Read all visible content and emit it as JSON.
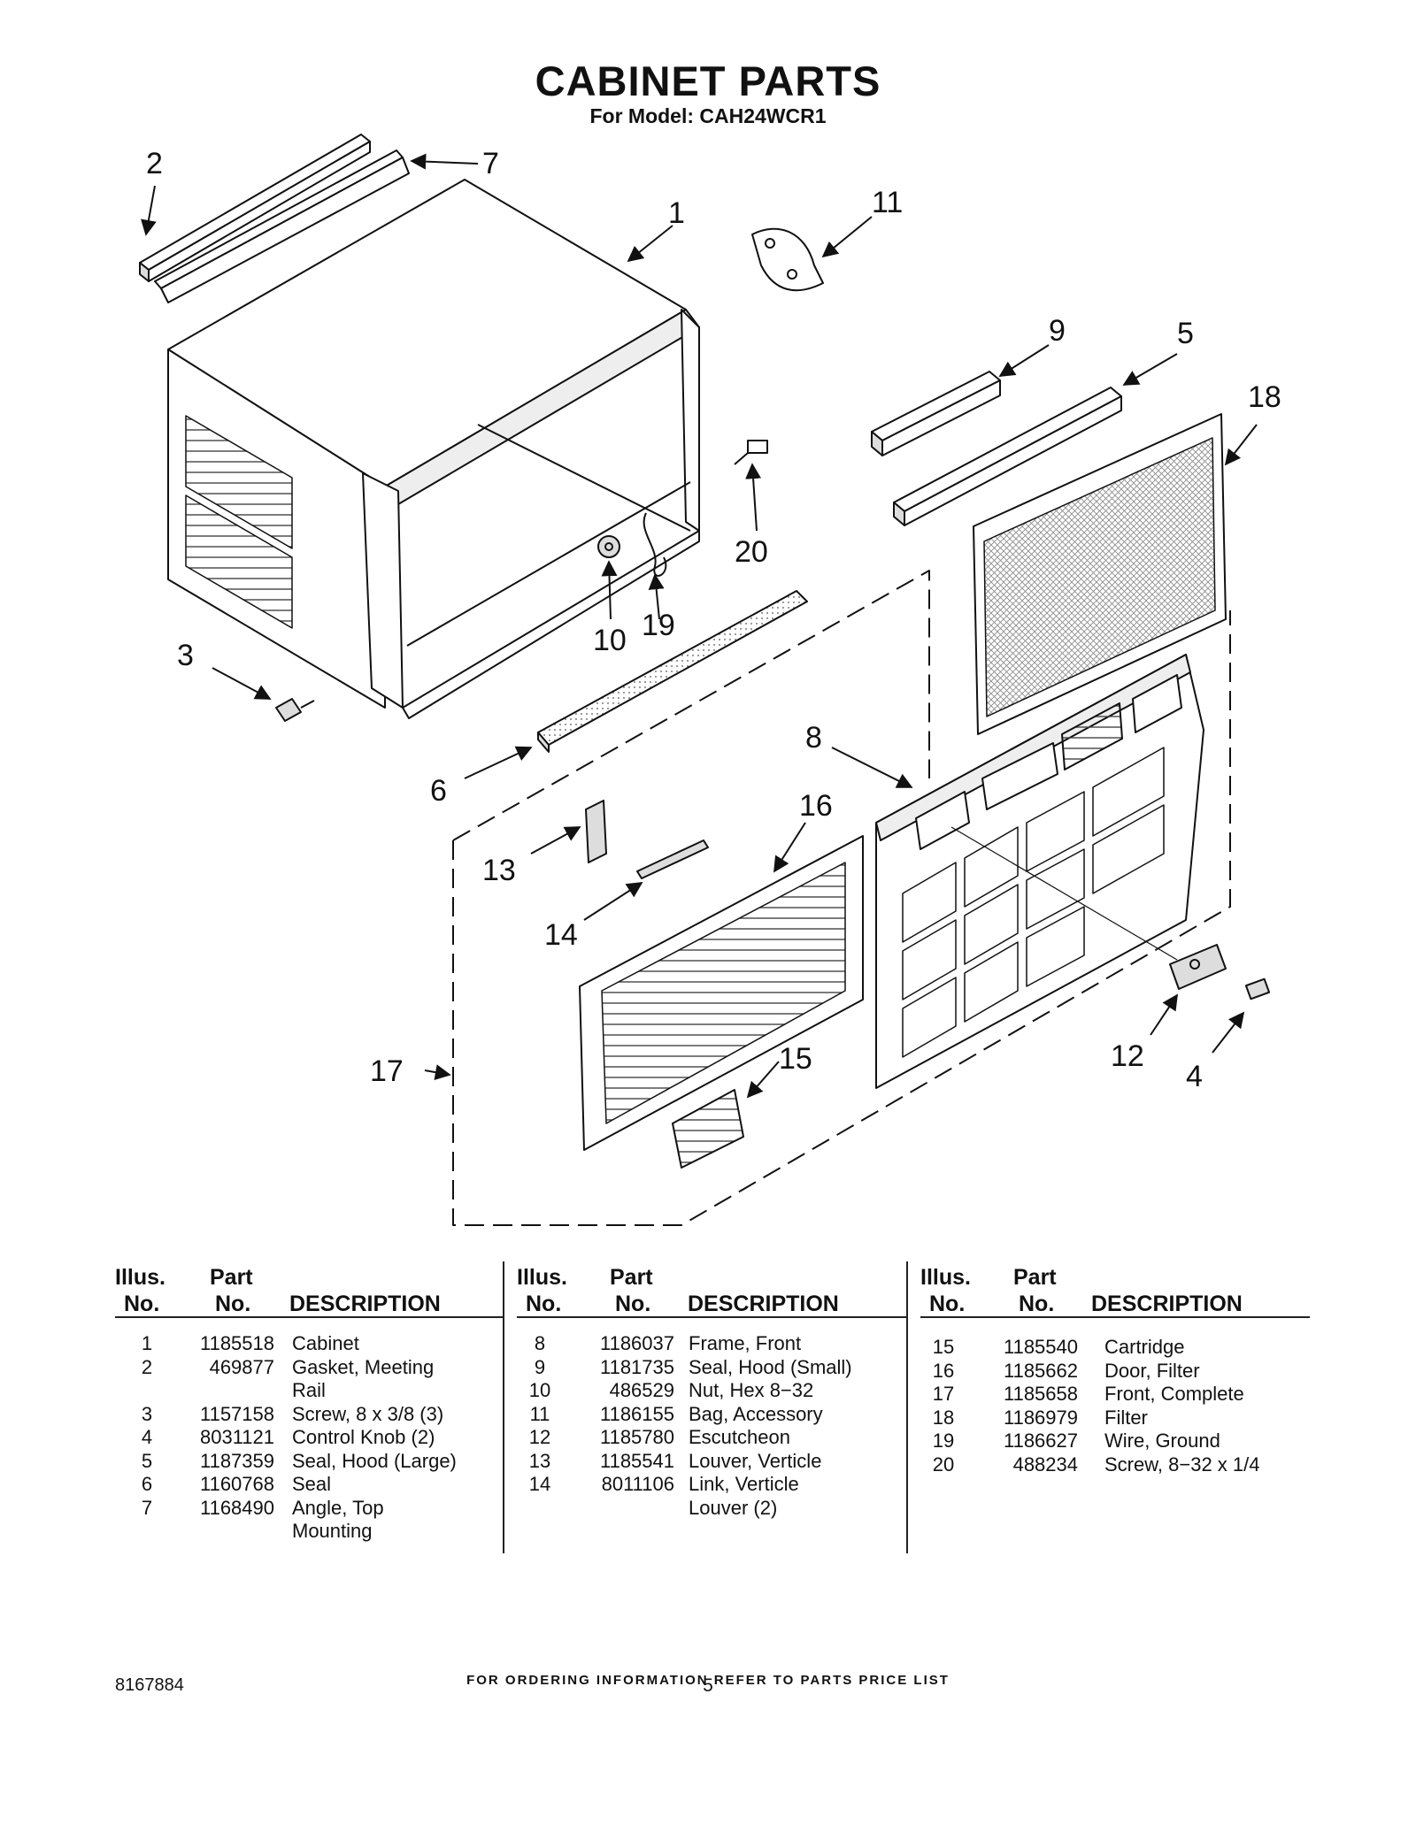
{
  "title": "CABINET PARTS",
  "subtitle": "For Model: CAH24WCR1",
  "callouts": [
    "2",
    "7",
    "1",
    "11",
    "9",
    "5",
    "18",
    "20",
    "10",
    "19",
    "3",
    "6",
    "8",
    "16",
    "13",
    "14",
    "17",
    "15",
    "12",
    "4"
  ],
  "table": {
    "headers": {
      "illus_1": "Illus.",
      "illus_2": "No.",
      "part_1": "Part",
      "part_2": "No.",
      "desc": "DESCRIPTION"
    },
    "columns": [
      {
        "rows": [
          {
            "no": "1",
            "part": "1185518",
            "desc": "Cabinet"
          },
          {
            "no": "2",
            "part": "469877",
            "desc": "Gasket, Meeting"
          },
          {
            "no": "",
            "part": "",
            "desc": "Rail"
          },
          {
            "no": "3",
            "part": "1157158",
            "desc": "Screw, 8 x 3/8 (3)"
          },
          {
            "no": "4",
            "part": "8031121",
            "desc": "Control Knob (2)"
          },
          {
            "no": "5",
            "part": "1187359",
            "desc": "Seal, Hood (Large)"
          },
          {
            "no": "6",
            "part": "1160768",
            "desc": "Seal"
          },
          {
            "no": "7",
            "part": "1168490",
            "desc": "Angle, Top"
          },
          {
            "no": "",
            "part": "",
            "desc": "Mounting"
          }
        ]
      },
      {
        "rows": [
          {
            "no": "8",
            "part": "1186037",
            "desc": "Frame, Front"
          },
          {
            "no": "9",
            "part": "1181735",
            "desc": "Seal, Hood (Small)"
          },
          {
            "no": "10",
            "part": "486529",
            "desc": "Nut, Hex 8−32"
          },
          {
            "no": "11",
            "part": "1186155",
            "desc": "Bag, Accessory"
          },
          {
            "no": "12",
            "part": "1185780",
            "desc": "Escutcheon"
          },
          {
            "no": "13",
            "part": "1185541",
            "desc": "Louver, Verticle"
          },
          {
            "no": "14",
            "part": "8011106",
            "desc": "Link, Verticle"
          },
          {
            "no": "",
            "part": "",
            "desc": "Louver (2)"
          }
        ]
      },
      {
        "rows": [
          {
            "no": "15",
            "part": "1185540",
            "desc": "Cartridge"
          },
          {
            "no": "16",
            "part": "1185662",
            "desc": "Door, Filter"
          },
          {
            "no": "17",
            "part": "1185658",
            "desc": "Front, Complete"
          },
          {
            "no": "18",
            "part": "1186979",
            "desc": "Filter"
          },
          {
            "no": "19",
            "part": "1186627",
            "desc": "Wire, Ground"
          },
          {
            "no": "20",
            "part": "488234",
            "desc": "Screw, 8−32 x 1/4"
          }
        ]
      }
    ]
  },
  "footer": "FOR ORDERING INFORMATION REFER TO PARTS PRICE LIST",
  "doc_number": "8167884",
  "page_number": "5"
}
